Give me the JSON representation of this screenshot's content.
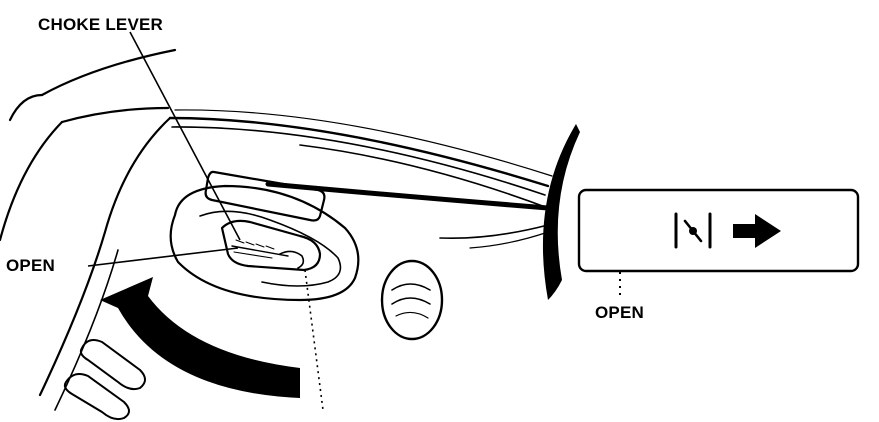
{
  "labels": {
    "choke_lever": "CHOKE LEVER",
    "open_left": "OPEN",
    "open_right": "OPEN"
  },
  "icons": {
    "choke_symbol": "choke-open-symbol-icon",
    "direction_arrow": "right-arrow-icon"
  },
  "colors": {
    "ink": "#000000",
    "paper": "#ffffff"
  }
}
